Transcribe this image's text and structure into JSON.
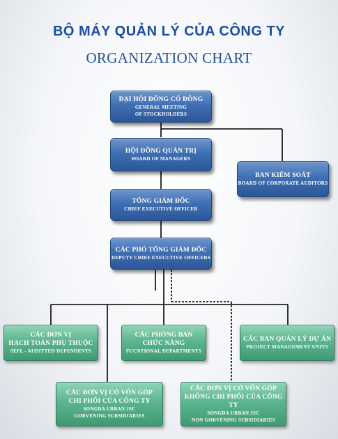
{
  "header": {
    "title_vn": "BỘ MÁY QUẢN  LÝ CỦA CÔNG TY",
    "title_en": "ORGANIZATION CHART"
  },
  "nodes": {
    "stockholders": {
      "vn": "ĐẠI HỘI ĐỒNG CỔ ĐÔNG",
      "en1": "GENERAL MEETING",
      "en2": "OF STOCKHOLDERS"
    },
    "board": {
      "vn": "HỘI ĐỒNG QUẢN TRỊ",
      "en": "BOARD OF MANAGERS"
    },
    "auditors": {
      "vn": "BAN KIỂM SOÁT",
      "en": "BOARD OF CORPORATE  AUDITORS"
    },
    "ceo": {
      "vn": "TỔNG GIÁM ĐỐC",
      "en": "CHIEF EXECUTIVE OFFICER"
    },
    "deputy": {
      "vn": "CÁC PHÓ TỔNG GIÁM ĐỐC",
      "en": "DEPUTY CHIEF EXECUTIVE OFFICERS"
    },
    "dependents": {
      "vn1": "CÁC ĐƠN VỊ",
      "vn2": "HẠCH TOÁN PHỤ THUỘC",
      "en": "SEFL - AUDITTED DEPENDENTS"
    },
    "functional": {
      "vn1": "CÁC PHÒNG BAN",
      "vn2": "CHỨC NĂNG",
      "en": "FUCNTIONAL DEPARTMENTS"
    },
    "projects": {
      "vn": "CÁC BAN QUẢN LÝ DỰ ÁN",
      "en": "PROJECT MANAGEMENT UNITS"
    },
    "governing": {
      "vn1": "CÁC ĐƠN VỊ CÓ VỐN GÓP",
      "vn2": "CHI PHỐI CỦA CÔNG TY",
      "en1": "SONGDA URBAN JSC",
      "en2": "GORVENING SUBSIDIARIES"
    },
    "non_governing": {
      "vn1": "CÁC ĐƠN VỊ CÓ VỐN GÓP",
      "vn2": "KHÔNG CHI PHỐI CỦA CÔNG TY",
      "en1": "SONGDA URBAN JSC",
      "en2": "NON GORVENING SUBSIDIARIES"
    }
  },
  "colors": {
    "primary_box": "#3f6fb3",
    "secondary_box": "#5bb58f",
    "title": "#1d4f9c",
    "line": "#000000"
  }
}
